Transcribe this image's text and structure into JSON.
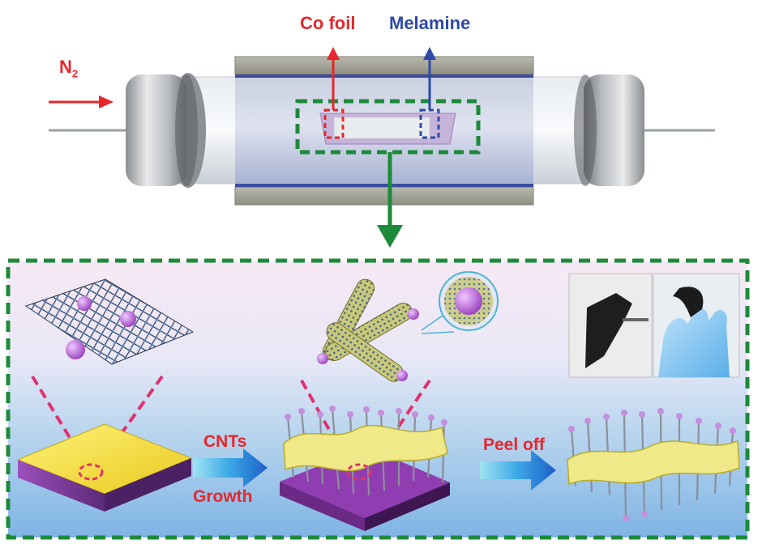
{
  "labels": {
    "gas": "N",
    "gas_subscript": "2",
    "co_foil": "Co foil",
    "melamine": "Melamine",
    "step1_top": "CNTs",
    "step1_bottom": "Growth",
    "step2": "Peel off"
  },
  "colors": {
    "red_text": "#e8262b",
    "blue_text": "#2e4aa6",
    "green_dash": "#1d8a3a",
    "pink_dash": "#e0316e",
    "substrate_top": "#f2e03a",
    "substrate_side": "#7a3f9a",
    "nanoparticle": "#b25bd0"
  },
  "icons": {
    "photo_left": "flexible-film-photo-icon",
    "photo_right": "gloved-hand-photo-icon"
  }
}
